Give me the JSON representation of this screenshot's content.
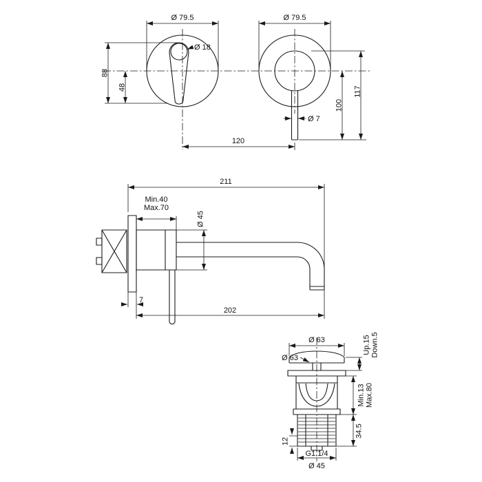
{
  "meta": {
    "background_color": "#ffffff",
    "line_color": "#1a1a1a",
    "drawing_kind": "faucet-installation-dimensional-drawing"
  },
  "drawing": {
    "front_view": {
      "left_escutcheon_dia": "Ø 79.5",
      "right_escutcheon_dia": "Ø 79.5",
      "handle_hub_dia": "Ø 18",
      "handle_top_to_base": "88",
      "center_to_base": "48",
      "center_to_outlet": "100",
      "top_to_outlet": "117",
      "outlet_dia": "Ø 7",
      "centers_distance": "120"
    },
    "side_view": {
      "overall_projection": "211",
      "wall_depth_min": "Min.40",
      "wall_depth_max": "Max.70",
      "trim_dia": "Ø 45",
      "plate_thickness": "7",
      "spout_projection": "202"
    },
    "waste_view": {
      "cap_dia": "Ø 63",
      "flange_dia": "Ø 63",
      "travel_up": "Up.15",
      "travel_down": "Down.5",
      "adjust_min": "Min.13",
      "adjust_max": "Max.80",
      "tail_length": "34.5",
      "nut_height": "12",
      "thread": "G1.1/4",
      "tail_dia": "Ø 45"
    }
  }
}
